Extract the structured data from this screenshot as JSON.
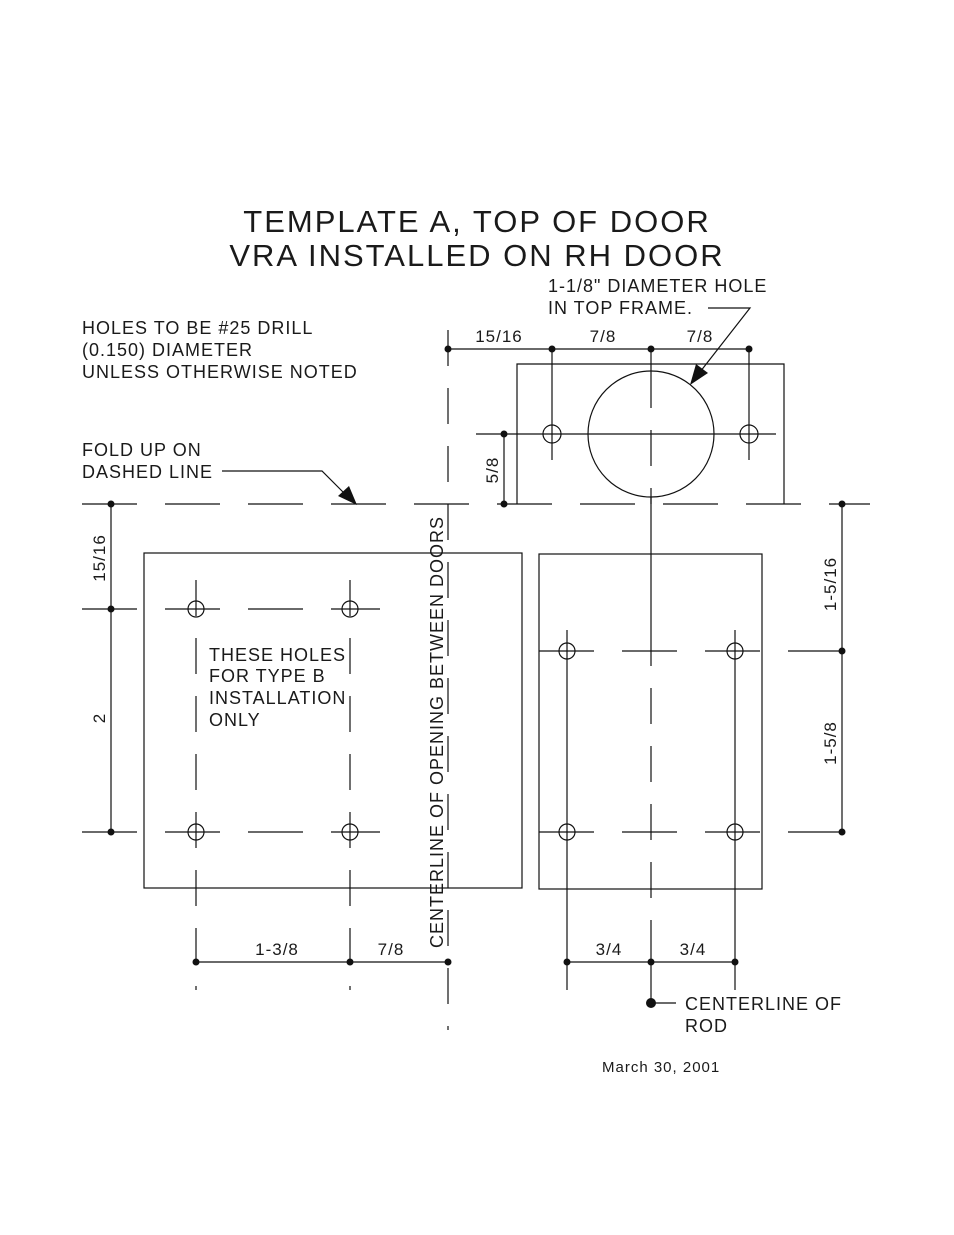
{
  "title": {
    "line1": "TEMPLATE A, TOP OF DOOR",
    "line2": "VRA INSTALLED ON RH DOOR"
  },
  "notes": {
    "holes": [
      "HOLES TO BE #25 DRILL",
      "(0.150) DIAMETER",
      "UNLESS OTHERWISE NOTED"
    ],
    "fold": [
      "FOLD UP ON",
      "DASHED LINE"
    ],
    "big_hole": [
      "1-1/8\" DIAMETER HOLE",
      "IN TOP FRAME."
    ],
    "type_b": [
      "THESE HOLES",
      "FOR TYPE B",
      "INSTALLATION",
      "ONLY"
    ],
    "centerline_doors": "CENTERLINE OF OPENING BETWEEN DOORS",
    "centerline_rod": [
      "CENTERLINE OF",
      "ROD"
    ],
    "date": "March 30, 2001"
  },
  "dimensions": {
    "top_left": "15/16",
    "top_mid": "7/8",
    "top_right": "7/8",
    "frame_height": "5/8",
    "left_top": "15/16",
    "left_spacing": "2",
    "bottom_left_a": "1-3/8",
    "bottom_left_b": "7/8",
    "bottom_right_a": "3/4",
    "bottom_right_b": "3/4",
    "right_top": "1-5/16",
    "right_spacing": "1-5/8"
  }
}
